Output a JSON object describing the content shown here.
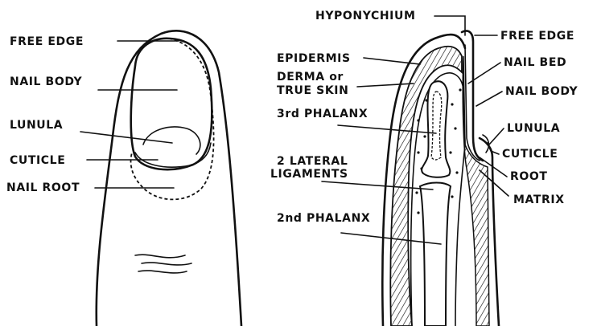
{
  "left_figure": {
    "labels": {
      "free_edge": "FREE EDGE",
      "nail_body": "NAIL BODY",
      "lunula": "LUNULA",
      "cuticle": "CUTICLE",
      "nail_root": "NAIL ROOT"
    }
  },
  "right_figure": {
    "labels": {
      "hyponychium": "HYPONYCHIUM",
      "free_edge": "FREE EDGE",
      "epidermis": "EPIDERMIS",
      "nail_bed": "NAIL BED",
      "derma_line1": "DERMA or",
      "derma_line2": "TRUE SKIN",
      "nail_body": "NAIL BODY",
      "third_phalanx": "3rd PHALANX",
      "lunula": "LUNULA",
      "cuticle": "CUTICLE",
      "lateral_line1": "2 LATERAL",
      "lateral_line2": "LIGAMENTS",
      "root": "ROOT",
      "matrix": "MATRIX",
      "second_phalanx": "2nd PHALANX"
    }
  }
}
